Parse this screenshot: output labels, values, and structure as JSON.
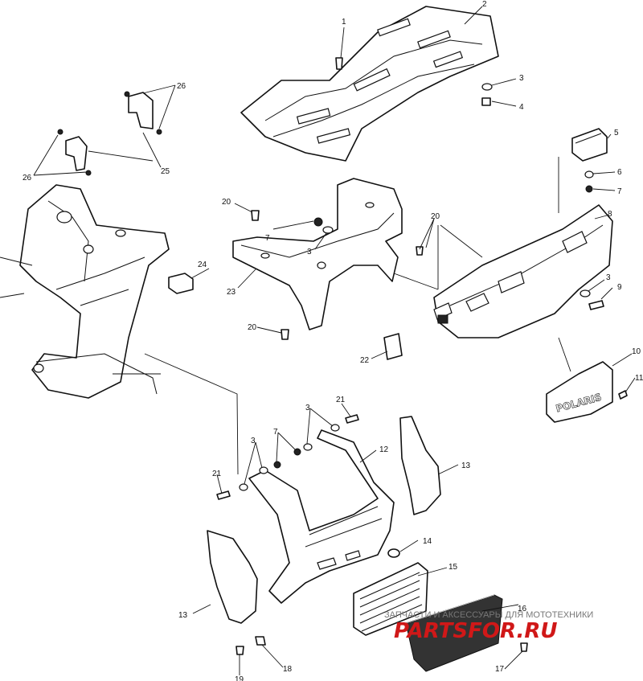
{
  "diagram": {
    "callouts": [
      {
        "id": "c1",
        "label": "1"
      },
      {
        "id": "c2",
        "label": "2"
      },
      {
        "id": "c3a",
        "label": "3"
      },
      {
        "id": "c4",
        "label": "4"
      },
      {
        "id": "c5",
        "label": "5"
      },
      {
        "id": "c6",
        "label": "6"
      },
      {
        "id": "c7a",
        "label": "7"
      },
      {
        "id": "c8",
        "label": "8"
      },
      {
        "id": "c3b",
        "label": "3"
      },
      {
        "id": "c9",
        "label": "9"
      },
      {
        "id": "c10",
        "label": "10"
      },
      {
        "id": "c11",
        "label": "11"
      },
      {
        "id": "c20a",
        "label": "20"
      },
      {
        "id": "c7b",
        "label": "7"
      },
      {
        "id": "c3c",
        "label": "3"
      },
      {
        "id": "c20b",
        "label": "20"
      },
      {
        "id": "c23",
        "label": "23"
      },
      {
        "id": "c24",
        "label": "24"
      },
      {
        "id": "c20c",
        "label": "20"
      },
      {
        "id": "c22",
        "label": "22"
      },
      {
        "id": "c26a",
        "label": "26"
      },
      {
        "id": "c25",
        "label": "25"
      },
      {
        "id": "c26b",
        "label": "26"
      },
      {
        "id": "c21a",
        "label": "21"
      },
      {
        "id": "c3d",
        "label": "3"
      },
      {
        "id": "c7c",
        "label": "7"
      },
      {
        "id": "c12",
        "label": "12"
      },
      {
        "id": "c3e",
        "label": "3"
      },
      {
        "id": "c21b",
        "label": "21"
      },
      {
        "id": "c13a",
        "label": "13"
      },
      {
        "id": "c14",
        "label": "14"
      },
      {
        "id": "c15",
        "label": "15"
      },
      {
        "id": "c16",
        "label": "16"
      },
      {
        "id": "c13b",
        "label": "13"
      },
      {
        "id": "c19",
        "label": "19"
      },
      {
        "id": "c18",
        "label": "18"
      },
      {
        "id": "c17",
        "label": "17"
      }
    ],
    "mud_flap_logo": "POLARIS",
    "watermark": {
      "tagline": "ЗАПЧАСТИ И АКСЕССУАРЫ ДЛЯ МОТОТЕХНИКИ",
      "logo": "PARTSFOR.RU",
      "logo_color": "#d01818"
    }
  }
}
